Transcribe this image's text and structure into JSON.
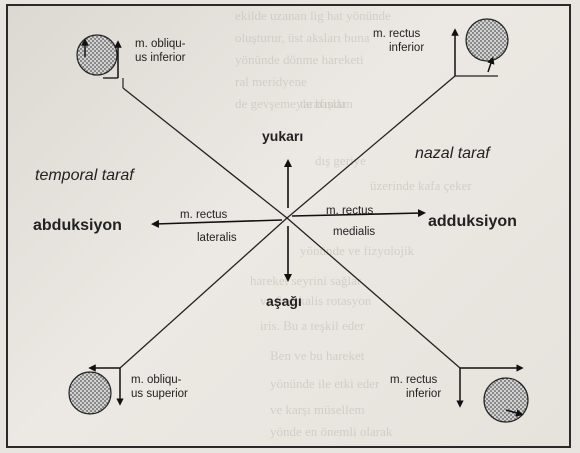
{
  "labels": {
    "obliquus_inferior": [
      "m. obliqu-",
      "us inferior"
    ],
    "rectus_inferior_top": [
      "m. rectus",
      "inferior"
    ],
    "yukari": "yukarı",
    "temporal": "temporal taraf",
    "nazal": "nazal taraf",
    "abduksiyon": "abduksiyon",
    "adduksiyon": "adduksiyon",
    "rectus_lateralis": [
      "m. rectus",
      "lateralis"
    ],
    "rectus_medialis": [
      "m. rectus",
      "medialis"
    ],
    "asagi": "aşağı",
    "obliquus_superior": [
      "m. obliqu-",
      "us superior"
    ],
    "rectus_inferior_bottom": [
      "m. rectus",
      "inferior"
    ]
  },
  "colors": {
    "line": "#222222",
    "eye_fill": "#bdbdbd",
    "background": "#e6e2dc"
  }
}
